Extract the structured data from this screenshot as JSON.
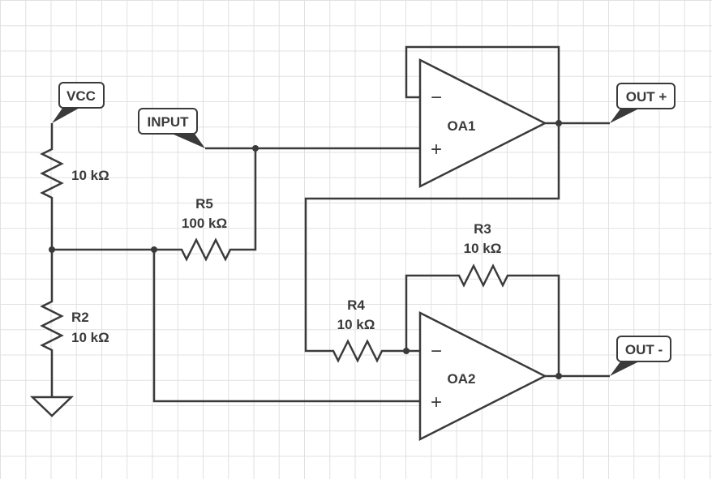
{
  "ports": {
    "vcc": "VCC",
    "input": "INPUT",
    "out_plus": "OUT +",
    "out_minus": "OUT -"
  },
  "components": {
    "r_top_value": "10 kΩ",
    "r2_name": "R2",
    "r2_value": "10 kΩ",
    "r5_name": "R5",
    "r5_value": "100 kΩ",
    "r3_name": "R3",
    "r3_value": "10 kΩ",
    "r4_name": "R4",
    "r4_value": "10 kΩ",
    "oa1_name": "OA1",
    "oa2_name": "OA2"
  },
  "opamp_pins": {
    "minus": "−",
    "plus": "+"
  },
  "colors": {
    "line": "#3a3a3a",
    "grid": "#e1e1e1",
    "background": "#ffffff"
  }
}
